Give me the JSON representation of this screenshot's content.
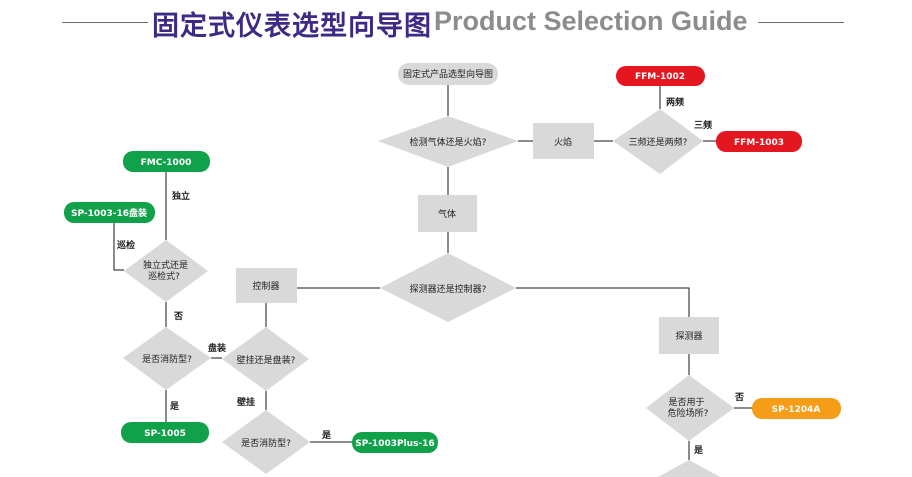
{
  "header": {
    "title_zh": "固定式仪表选型向导图",
    "title_en": "Product Selection Guide"
  },
  "colors": {
    "title_zh": "#3d2a84",
    "title_en": "#8c8c8c",
    "node_gray": "#d9d9d9",
    "terminal_red": "#e4161f",
    "terminal_green": "#12a14b",
    "terminal_orange": "#f59c18",
    "line": "#1a1a1a"
  },
  "nodes": {
    "start": "固定式产品选型向导图",
    "q_gas_or_flame": "检测气体还是火焰?",
    "flame": "火焰",
    "q_triple_or_dual": "三频还是两频?",
    "ffm1002": "FFM-1002",
    "ffm1003": "FFM-1003",
    "gas": "气体",
    "q_detector_or_controller": "探测器还是控制器?",
    "controller": "控制器",
    "detector": "探测器",
    "fmc1000": "FMC-1000",
    "sp1003_16": "SP-1003-16盘装",
    "q_independent_or_patrol": "独立式还是巡检式?",
    "q_fire_proof_left": "是否消防型?",
    "q_wall_or_panel": "壁挂还是盘装?",
    "sp1005": "SP-1005",
    "q_fire_proof_bottom": "是否消防型?",
    "sp1003plus16": "SP-1003Plus-16",
    "q_hazardous": "是否用于危险场所?",
    "sp1204a": "SP-1204A"
  },
  "edges": {
    "dual": "两频",
    "triple": "三频",
    "independent": "独立",
    "patrol": "巡检",
    "no_left": "否",
    "panel": "盘装",
    "yes_left": "是",
    "wall": "壁挂",
    "yes_bottom": "是",
    "no_right": "否",
    "yes_right": "是"
  }
}
